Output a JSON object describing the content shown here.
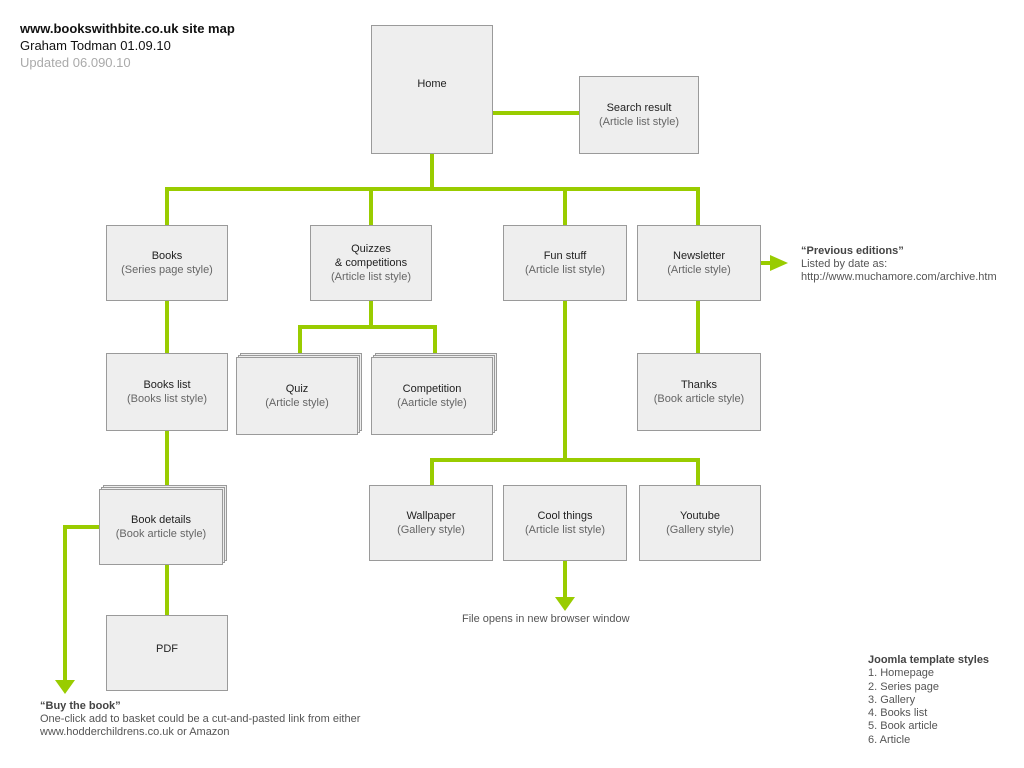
{
  "header": {
    "title": "www.bookswithbite.co.uk site map",
    "author": "Graham Todman 01.09.10",
    "updated": "Updated 06.090.10"
  },
  "colors": {
    "connector": "#99cc00",
    "box_fill": "#eeeeee",
    "box_border": "#9a9a9a"
  },
  "nodes": {
    "home": {
      "title": "Home",
      "style": ""
    },
    "search": {
      "title": "Search result",
      "style": "(Article list style)"
    },
    "books": {
      "title": "Books",
      "style": "(Series page style)"
    },
    "quizzes": {
      "title": "Quizzes",
      "title2": "& competitions",
      "style": "(Article list style)"
    },
    "fun": {
      "title": "Fun stuff",
      "style": "(Article list style)"
    },
    "newsletter": {
      "title": "Newsletter",
      "style": "(Article style)"
    },
    "bookslist": {
      "title": "Books list",
      "style": "(Books list style)"
    },
    "quiz": {
      "title": "Quiz",
      "style": "(Article style)"
    },
    "competition": {
      "title": "Competition",
      "style": "(Aarticle style)"
    },
    "thanks": {
      "title": "Thanks",
      "style": "(Book article style)"
    },
    "bookdetails": {
      "title": "Book details",
      "style": "(Book article style)"
    },
    "wallpaper": {
      "title": "Wallpaper",
      "style": "(Gallery style)"
    },
    "coolthings": {
      "title": "Cool things",
      "style": "(Article list style)"
    },
    "youtube": {
      "title": "Youtube",
      "style": "(Gallery style)"
    },
    "pdf": {
      "title": "PDF",
      "style": ""
    }
  },
  "notes": {
    "previous": {
      "title": "“Previous editions”",
      "line1": "Listed by date as:",
      "line2": "http://www.muchamore.com/archive.htm"
    },
    "fileopens": "File opens in new browser window",
    "buybook": {
      "title": "“Buy the book”",
      "line1": "One-click add to basket could be a cut-and-pasted link from either",
      "line2": "www.hodderchildrens.co.uk or Amazon"
    }
  },
  "legend": {
    "title": "Joomla template styles",
    "items": [
      "1. Homepage",
      "2. Series page",
      "3. Gallery",
      "4. Books list",
      "5. Book article",
      "6. Article"
    ]
  }
}
